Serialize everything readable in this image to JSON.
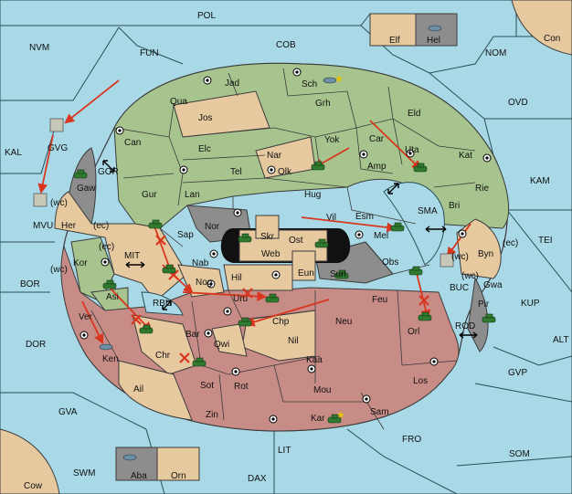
{
  "game": {
    "type": "diplomacy-style map",
    "colors": {
      "sea": "#a9d9e6",
      "green_power": "#a7c48e",
      "beige_power": "#e7c9a0",
      "red_power": "#c88c86",
      "neutral_gray": "#8d8d8d",
      "order_arrow": "#d8361e",
      "army_unit": "#2f7a2f"
    }
  },
  "sea_labels": {
    "pol": "POL",
    "nvm": "NVM",
    "fun": "FUN",
    "cob": "COB",
    "nom": "NOM",
    "con": "Con",
    "ovd": "OVD",
    "kal": "KAL",
    "kam": "KAM",
    "tei": "TEI",
    "bor": "BOR",
    "dor": "DOR",
    "alt": "ALT",
    "kup": "KUP",
    "gvp": "GVP",
    "gva": "GVA",
    "fro": "FRO",
    "som": "SOM",
    "swm": "SWM",
    "lit": "LIT",
    "dax": "DAX",
    "cow": "Cow",
    "mit": "MIT",
    "gor": "GOR",
    "sma": "SMA",
    "rbu": "RBU",
    "buc": "BUC",
    "rod": "ROD"
  },
  "land_labels": {
    "jad": "Jad",
    "sch": "Sch",
    "qua": "Qua",
    "jos": "Jos",
    "grh": "Grh",
    "eld": "Eld",
    "can": "Can",
    "elc": "Elc",
    "nar": "Nar",
    "yok": "Yok",
    "car": "Car",
    "uta": "Uta",
    "kat": "Kat",
    "tel": "Tel",
    "olk": "Olk",
    "amp": "Amp",
    "gvg": "GVG",
    "gaw": "Gaw",
    "mvu": "MVU",
    "her": "Her",
    "gur": "Gur",
    "lan": "Lan",
    "hug": "Hug",
    "rie": "Rie",
    "bri": "Bri",
    "nor": "Nor",
    "skr": "Skr",
    "ost": "Ost",
    "vil": "Vil",
    "esm": "Esm",
    "mel": "Mel",
    "sap": "Sap",
    "web": "Web",
    "byn": "Byn",
    "kor": "Kor",
    "nab": "Nab",
    "eun": "Eun",
    "sun": "Sun",
    "obs": "Obs",
    "hil": "Hil",
    "nog": "Nog",
    "asi": "Asi",
    "gwa": "Gwa",
    "uru": "Uru",
    "feu": "Feu",
    "pir": "Pir",
    "bar": "Bar",
    "chp": "Chp",
    "neu": "Neu",
    "ver": "Ver",
    "qwi": "Qwi",
    "orl": "Orl",
    "nil": "Nil",
    "ken": "Ken",
    "chr": "Chr",
    "kaa": "Kaa",
    "los": "Los",
    "sot": "Sot",
    "rot": "Rot",
    "ail": "Ail",
    "mou": "Mou",
    "zin": "Zin",
    "sam": "Sam",
    "kar": "Kar",
    "elf": "Elf",
    "hel": "Hel",
    "aba": "Aba",
    "orn": "Orn"
  },
  "coast_tags": {
    "wc_gvg": "(wc)",
    "ec_her": "(ec)",
    "ec_kor": "(ec)",
    "wc_kor": "(wc)",
    "wc_byn": "(wc)",
    "ec_byn": "(ec)",
    "wc_gwa": "(wc)"
  }
}
